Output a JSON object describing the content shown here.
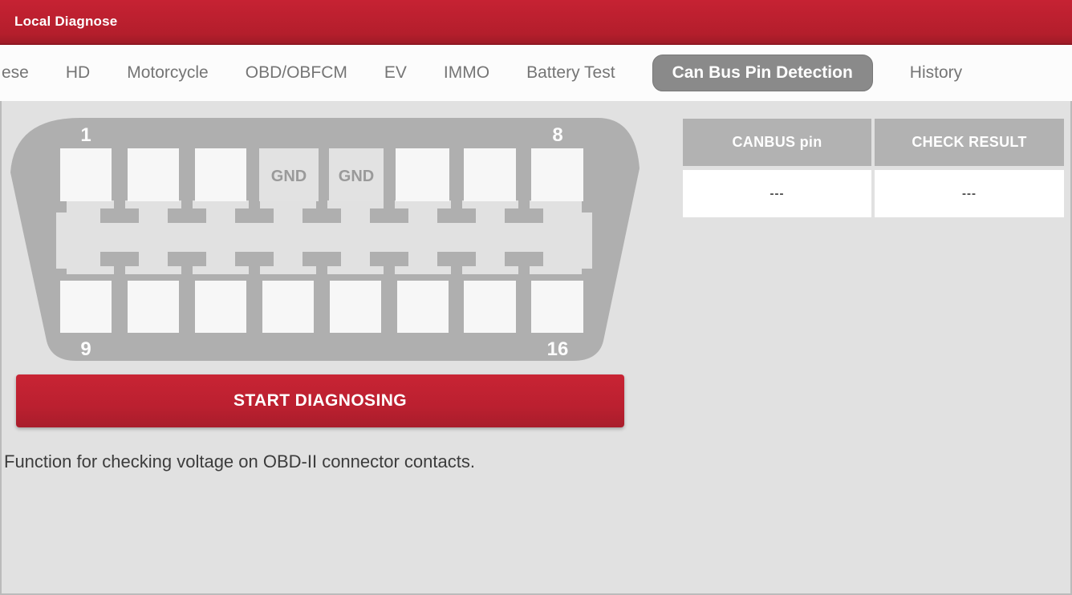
{
  "window": {
    "title": "Local Diagnose"
  },
  "tabs": {
    "items": [
      {
        "label": "ese",
        "selected": false
      },
      {
        "label": "HD",
        "selected": false
      },
      {
        "label": "Motorcycle",
        "selected": false
      },
      {
        "label": "OBD/OBFCM",
        "selected": false
      },
      {
        "label": "EV",
        "selected": false
      },
      {
        "label": "IMMO",
        "selected": false
      },
      {
        "label": "Battery Test",
        "selected": false
      },
      {
        "label": "Can Bus Pin Detection",
        "selected": true
      },
      {
        "label": "History",
        "selected": false
      }
    ]
  },
  "connector": {
    "corner_pin_numbers": {
      "top_left": "1",
      "top_right": "8",
      "bottom_left": "9",
      "bottom_right": "16"
    },
    "gnd_label_pin4": "GND",
    "gnd_label_pin5": "GND"
  },
  "result_table": {
    "columns": [
      "CANBUS pin",
      "CHECK RESULT"
    ],
    "rows": [
      [
        "---",
        "---"
      ]
    ]
  },
  "actions": {
    "start_button_label": "START DIAGNOSING"
  },
  "description_text": "Function for checking voltage on OBD-II connector contacts.",
  "colors": {
    "header_red": "#bb1f2d",
    "button_red": "#c22231",
    "selected_tab_gray": "#8a8a8a",
    "connector_body_gray": "#afafaf",
    "table_header_gray": "#b2b2b2",
    "page_background": "#e1e1e1",
    "tab_text_gray": "#757575"
  }
}
